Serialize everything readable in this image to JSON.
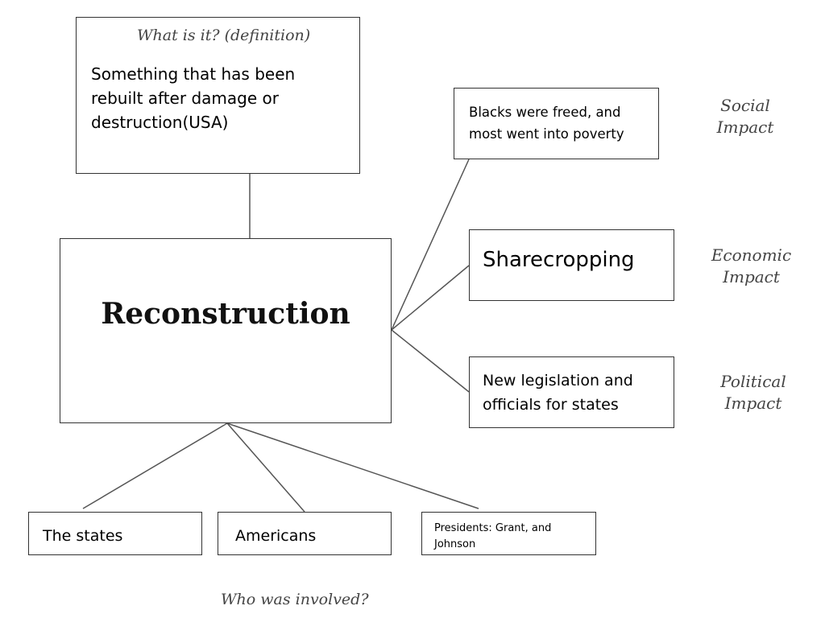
{
  "diagram": {
    "definition": {
      "caption": "What is it? (definition)",
      "text": "Something that has been rebuilt after damage or destruction(USA)"
    },
    "central": {
      "title": "Reconstruction"
    },
    "impacts": [
      {
        "text": "Blacks were freed, and most went into poverty",
        "label_line1": "Social",
        "label_line2": "Impact"
      },
      {
        "text": "Sharecropping",
        "label_line1": "Economic",
        "label_line2": "Impact"
      },
      {
        "text": "New legislation and officials for states",
        "label_line1": "Political",
        "label_line2": "Impact"
      }
    ],
    "involved": {
      "caption": "Who was involved?",
      "items": [
        "The states",
        "Americans",
        "Presidents: Grant, and Johnson"
      ]
    },
    "colors": {
      "box_border": "#333333",
      "connector": "#555555",
      "caption": "#444444"
    }
  }
}
